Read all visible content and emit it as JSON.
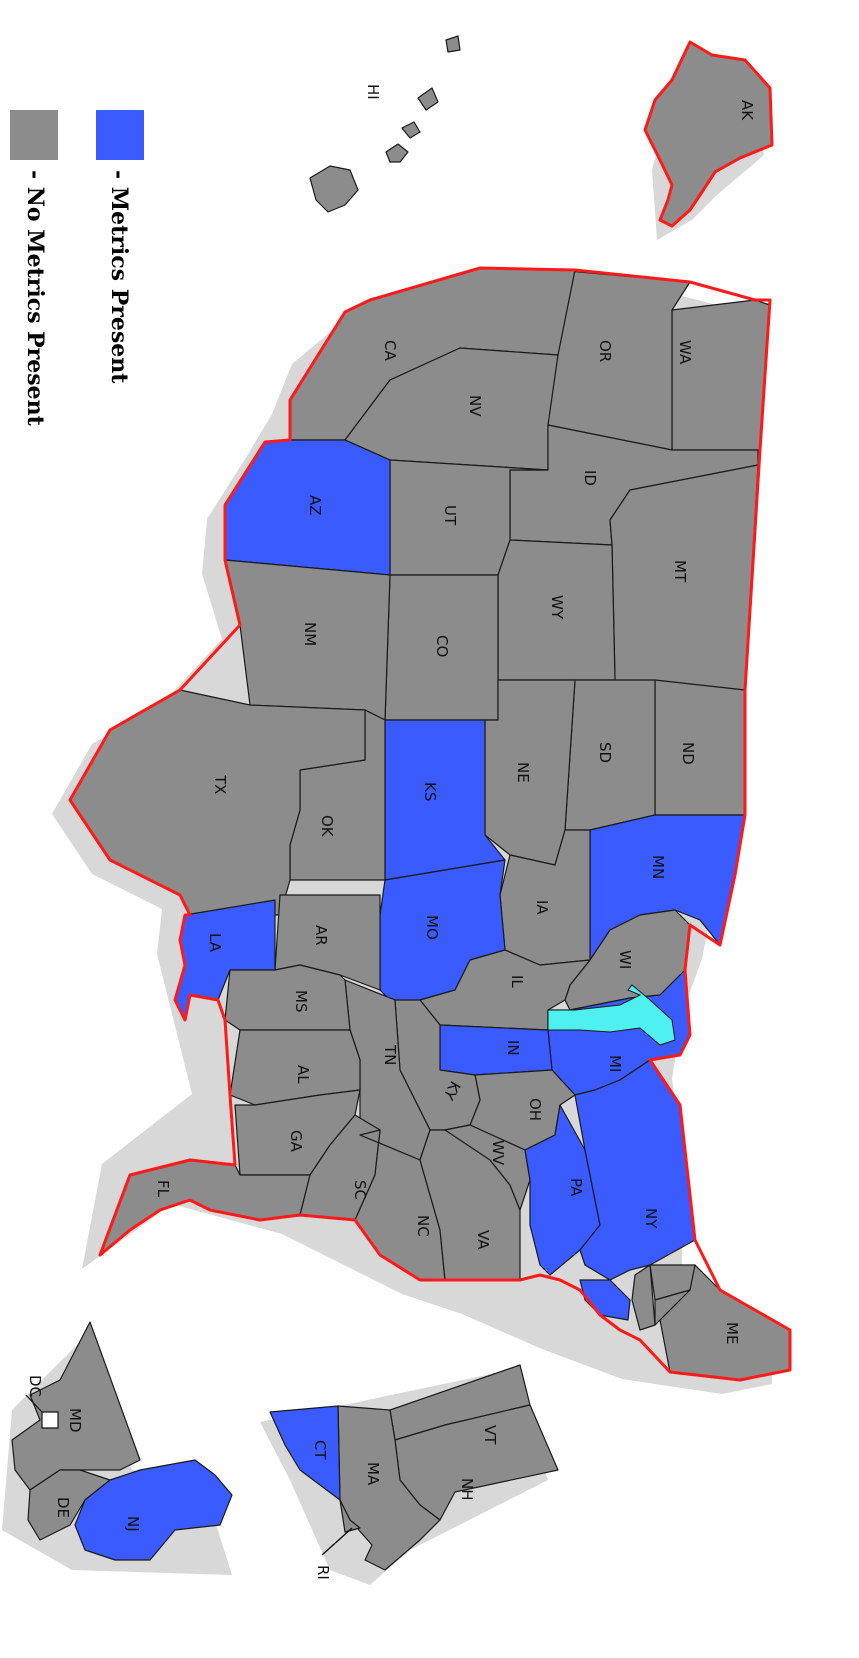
{
  "legend": {
    "present_label": "- Metrics Present",
    "absent_label": "- No Metrics Present"
  },
  "colors": {
    "present": "#3a5bff",
    "absent": "#8c8c8c",
    "outline": "#ff1a1a",
    "lake": "#4ff0f0",
    "border": "#1a1a1a"
  },
  "states": {
    "AK": "AK",
    "HI": "HI",
    "WA": "WA",
    "OR": "OR",
    "CA": "CA",
    "NV": "NV",
    "ID": "ID",
    "MT": "MT",
    "UT": "UT",
    "AZ": "AZ",
    "WY": "WY",
    "CO": "CO",
    "NM": "NM",
    "ND": "ND",
    "SD": "SD",
    "NE": "NE",
    "KS": "KS",
    "OK": "OK",
    "TX": "TX",
    "MN": "MN",
    "IA": "IA",
    "MO": "MO",
    "AR": "AR",
    "LA": "LA",
    "WI": "WI",
    "IL": "IL",
    "MI": "MI",
    "IN": "IN",
    "OH": "OH",
    "KY": "KY",
    "TN": "TN",
    "MS": "MS",
    "AL": "AL",
    "GA": "GA",
    "FL": "FL",
    "SC": "SC",
    "NC": "NC",
    "VA": "VA",
    "WV": "WV",
    "PA": "PA",
    "NY": "NY",
    "ME": "ME",
    "VT": "VT",
    "NH": "NH",
    "MA": "MA",
    "CT": "CT",
    "RI": "RI",
    "MD": "MD",
    "DE": "DE",
    "NJ": "NJ",
    "DC": "DC"
  },
  "metrics_present": [
    "AZ",
    "KS",
    "MO",
    "LA",
    "MN",
    "MI",
    "IN",
    "PA",
    "NY",
    "CT",
    "NJ"
  ]
}
